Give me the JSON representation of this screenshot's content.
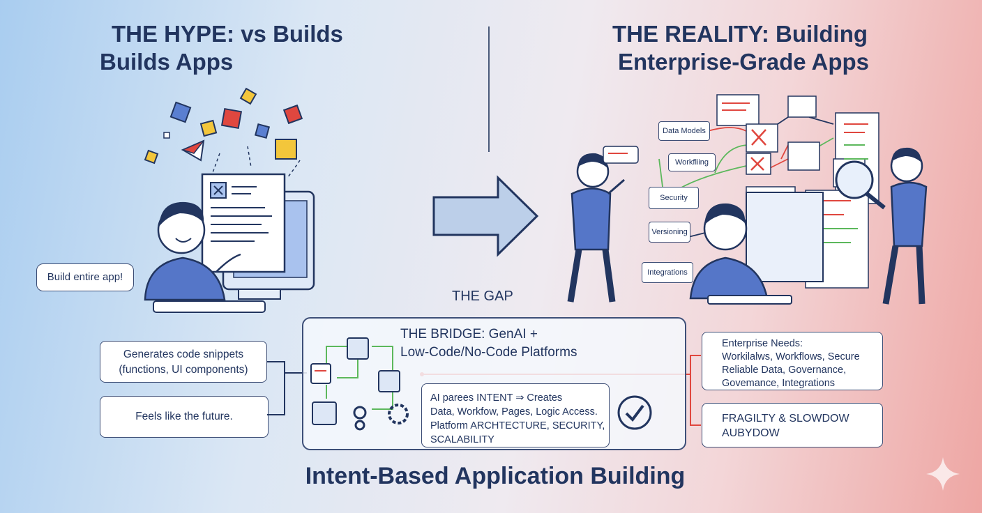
{
  "left_title": [
    "THE HYPE: vs Builds",
    "Builds Apps"
  ],
  "right_title": [
    "THE REALITY: Building",
    "Enterprise-Grade Apps"
  ],
  "hype_bubble": "Build entire app!",
  "gap_label": "THE GAP",
  "bridge_title": [
    "THE BRIDGE: GenAI +",
    "Low-Code/No-Code Platforms"
  ],
  "left_boxes": {
    "snippets": [
      "Generates code snippets",
      "(functions, UI components)"
    ],
    "future": "Feels like the future."
  },
  "ai_box": [
    "AI parees INTENT ⇒ Creates",
    "Data, Workfow, Pages, Logic Access.",
    "Platform ARCHTECTURE, SECURITY,",
    "SCALABILITY"
  ],
  "right_boxes": {
    "needs": [
      "Enterprise Needs:",
      "Workilalws, Workflows, Secure",
      "Reliable Data, Governance,",
      "Govemance, Integrations"
    ],
    "fragility": [
      "FRAGILTY & SLOWDOW",
      "AUBYDOW"
    ]
  },
  "reality_labels": {
    "data_models": "Data Models",
    "workflows": "Workfliing",
    "security": "Security",
    "versioning": "Versioning",
    "integrations": "Integrations"
  },
  "bottom_title": "Intent-Based Application Building",
  "colors": {
    "accent_red": "#e0473f",
    "accent_green": "#5cb85c",
    "navy": "#22355f",
    "figure_blue": "#4f74c9"
  }
}
